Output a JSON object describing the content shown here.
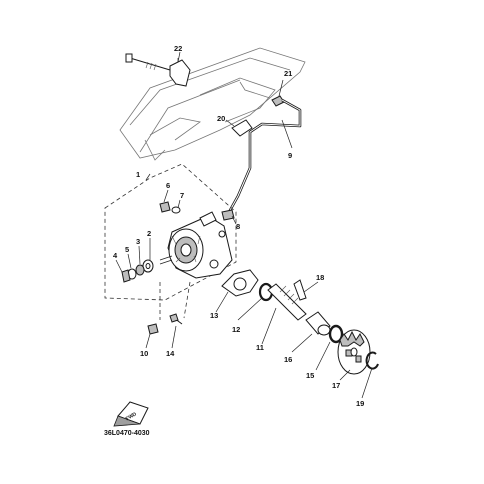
{
  "diagram": {
    "labels": {
      "p1": "1",
      "p2": "2",
      "p3": "3",
      "p4": "4",
      "p5": "5",
      "p6": "6",
      "p7": "7",
      "p8": "8",
      "p9": "9",
      "p10": "10",
      "p11": "11",
      "p12": "12",
      "p13": "13",
      "p14": "14",
      "p15": "15",
      "p16": "16",
      "p17": "17",
      "p18": "18",
      "p19": "19",
      "p20": "20",
      "p21": "21",
      "p22": "22"
    },
    "front_arrow_text": "FWD",
    "drawing_code": "36L0470-4030"
  }
}
